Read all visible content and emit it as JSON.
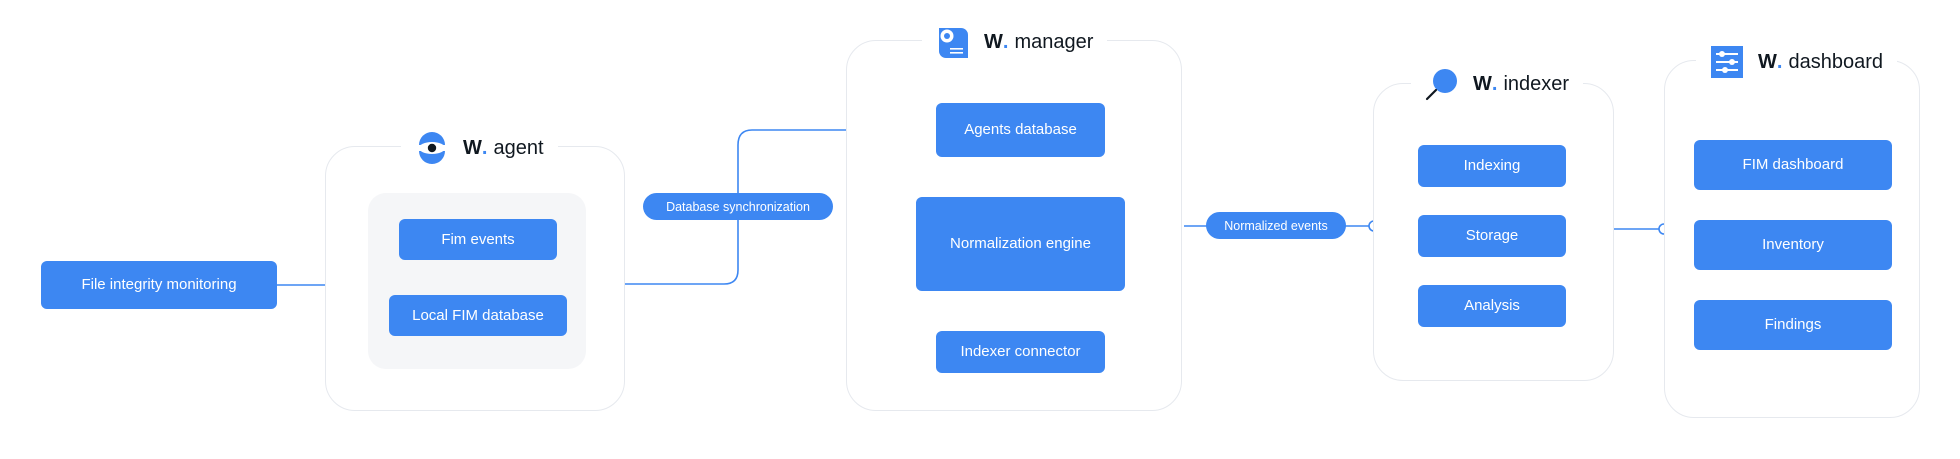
{
  "colors": {
    "accent": "#3d87f2",
    "panel_border": "#e6e9ee",
    "inner_panel_bg": "#f5f6f8",
    "text_dark": "#101820"
  },
  "brand": {
    "letter": "W",
    "dot": "."
  },
  "source": {
    "label": "File integrity monitoring"
  },
  "agent": {
    "component": "agent",
    "icon": "eye-icon",
    "fim_events": "Fim events",
    "local_db": "Local FIM database"
  },
  "connector_labels": {
    "db_sync": "Database synchronization",
    "normalized": "Normalized events"
  },
  "manager": {
    "component": "manager",
    "icon": "document-icon",
    "agents_db": "Agents database",
    "normalization": "Normalization engine",
    "indexer_connector": "Indexer connector"
  },
  "indexer": {
    "component": "indexer",
    "icon": "magnifier-icon",
    "items": [
      "Indexing",
      "Storage",
      "Analysis"
    ]
  },
  "dashboard": {
    "component": "dashboard",
    "icon": "sliders-icon",
    "items": [
      "FIM dashboard",
      "Inventory",
      "Findings"
    ]
  }
}
